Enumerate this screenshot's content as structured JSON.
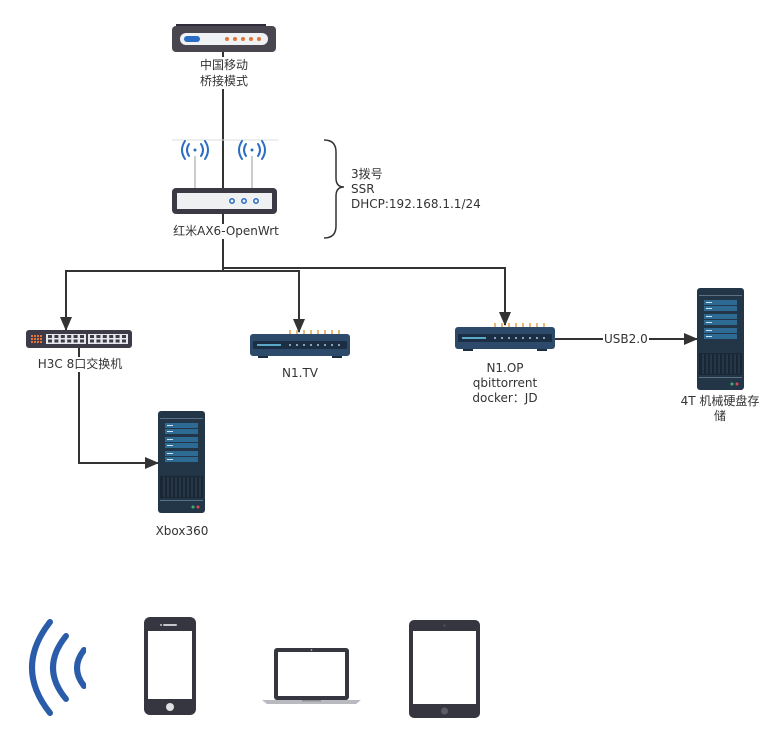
{
  "diagram": {
    "nodes": [
      {
        "id": "modem",
        "label_lines": [
          "中国移动",
          "桥接模式"
        ],
        "icon": "modem-icon"
      },
      {
        "id": "router",
        "label_lines": [
          "红米AX6-OpenWrt"
        ],
        "icon": "wireless-router-icon"
      },
      {
        "id": "switch",
        "label_lines": [
          "H3C 8口交换机"
        ],
        "icon": "network-switch-icon"
      },
      {
        "id": "n1tv",
        "label_lines": [
          "N1.TV"
        ],
        "icon": "set-top-box-icon"
      },
      {
        "id": "n1op",
        "label_lines": [
          "N1.OP",
          "qbittorrent",
          "docker：JD"
        ],
        "icon": "set-top-box-icon"
      },
      {
        "id": "storage",
        "label_lines": [
          "4T 机械硬盘存",
          "储"
        ],
        "icon": "server-tower-icon"
      },
      {
        "id": "xbox",
        "label_lines": [
          "Xbox360"
        ],
        "icon": "server-tower-icon"
      }
    ],
    "router_note": {
      "lines": [
        "3拨号",
        "SSR",
        "DHCP:192.168.1.1/24"
      ]
    },
    "edges": [
      {
        "from": "router",
        "to": "modem",
        "label": ""
      },
      {
        "from": "router",
        "to": "switch",
        "label": ""
      },
      {
        "from": "router",
        "to": "n1tv",
        "label": ""
      },
      {
        "from": "router",
        "to": "n1op",
        "label": ""
      },
      {
        "from": "n1op",
        "to": "storage",
        "label": "USB2.0"
      },
      {
        "from": "switch",
        "to": "xbox",
        "label": ""
      }
    ],
    "wireless_clients": [
      {
        "icon": "wifi-signal-icon"
      },
      {
        "icon": "smartphone-icon"
      },
      {
        "icon": "laptop-icon"
      },
      {
        "icon": "tablet-icon"
      }
    ]
  },
  "colors": {
    "line": "#333333",
    "device_dark": "#4a4650",
    "device_blue": "#2d4a6b",
    "server_dark": "#233648",
    "server_panel": "#2e6b94",
    "wifi_blue": "#2a5caa",
    "led_orange": "#e0743a",
    "led_amber": "#e8b878"
  }
}
